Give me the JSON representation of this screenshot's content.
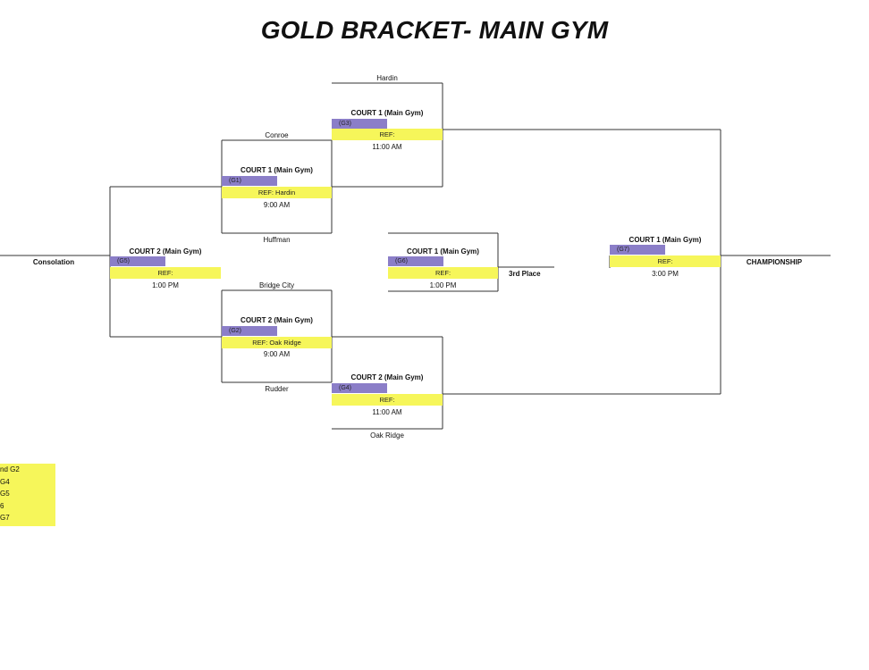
{
  "title": "GOLD BRACKET- MAIN GYM",
  "teams": {
    "hardin": "Hardin",
    "conroe": "Conroe",
    "huffman": "Huffman",
    "bridge_city": "Bridge City",
    "rudder": "Rudder",
    "oak_ridge": "Oak Ridge"
  },
  "games": {
    "g1": {
      "court": "COURT 1 (Main Gym)",
      "id": "(G1)",
      "ref": "REF: Hardin",
      "time": "9:00 AM"
    },
    "g2": {
      "court": "COURT 2 (Main Gym)",
      "id": "(G2)",
      "ref": "REF: Oak Ridge",
      "time": "9:00 AM"
    },
    "g3": {
      "court": "COURT 1 (Main Gym)",
      "id": "(G3)",
      "ref": "REF:",
      "time": "11:00 AM"
    },
    "g4": {
      "court": "COURT 2 (Main Gym)",
      "id": "(G4)",
      "ref": "REF:",
      "time": "11:00 AM"
    },
    "g5": {
      "court": "COURT 2 (Main Gym)",
      "id": "(G5)",
      "ref": "REF:",
      "time": "1:00 PM"
    },
    "g6": {
      "court": "COURT 1 (Main Gym)",
      "id": "(G6)",
      "ref": "REF:",
      "time": "1:00 PM"
    },
    "g7": {
      "court": "COURT 1 (Main Gym)",
      "id": "(G7)",
      "ref": "REF:",
      "time": "3:00 PM"
    }
  },
  "labels": {
    "consolation": "Consolation",
    "third_place": "3rd Place",
    "championship": "CHAMPIONSHIP"
  },
  "legend": [
    "nd G2",
    "G4",
    "G5",
    "6",
    "G7"
  ],
  "colors": {
    "game_bar": "#8b7ec8",
    "ref_bar": "#f6f65a"
  }
}
